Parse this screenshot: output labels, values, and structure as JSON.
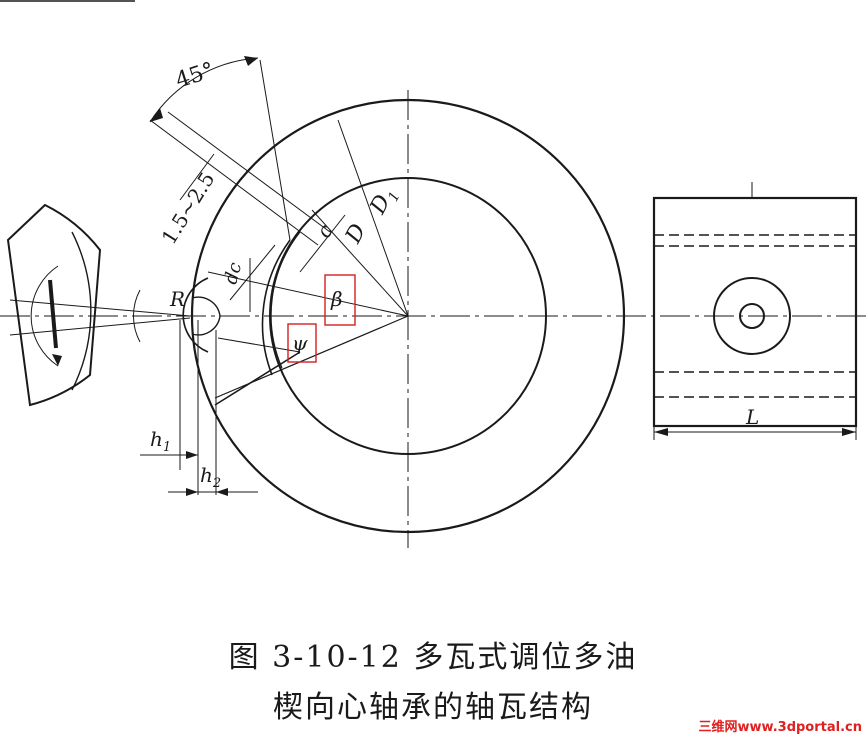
{
  "labels": {
    "angle_45": "45°",
    "range_1_5_2_5": "1.5~2.5",
    "d1": "D",
    "d1_sub": "1",
    "d": "D",
    "c": "c",
    "dc": "dc",
    "r": "R",
    "beta": "β",
    "psi": "ψ",
    "h1": "h",
    "h1_sub": "1",
    "h2": "h",
    "h2_sub": "2",
    "l": "L"
  },
  "caption": {
    "line1": "图 3-10-12  多瓦式调位多油",
    "line2": "楔向心轴承的轴瓦结构"
  },
  "watermark": "三维网www.3dportal.cn",
  "colors": {
    "line": "#1a1a1a",
    "highlight_box": "#d42020",
    "watermark": "#e02020"
  }
}
